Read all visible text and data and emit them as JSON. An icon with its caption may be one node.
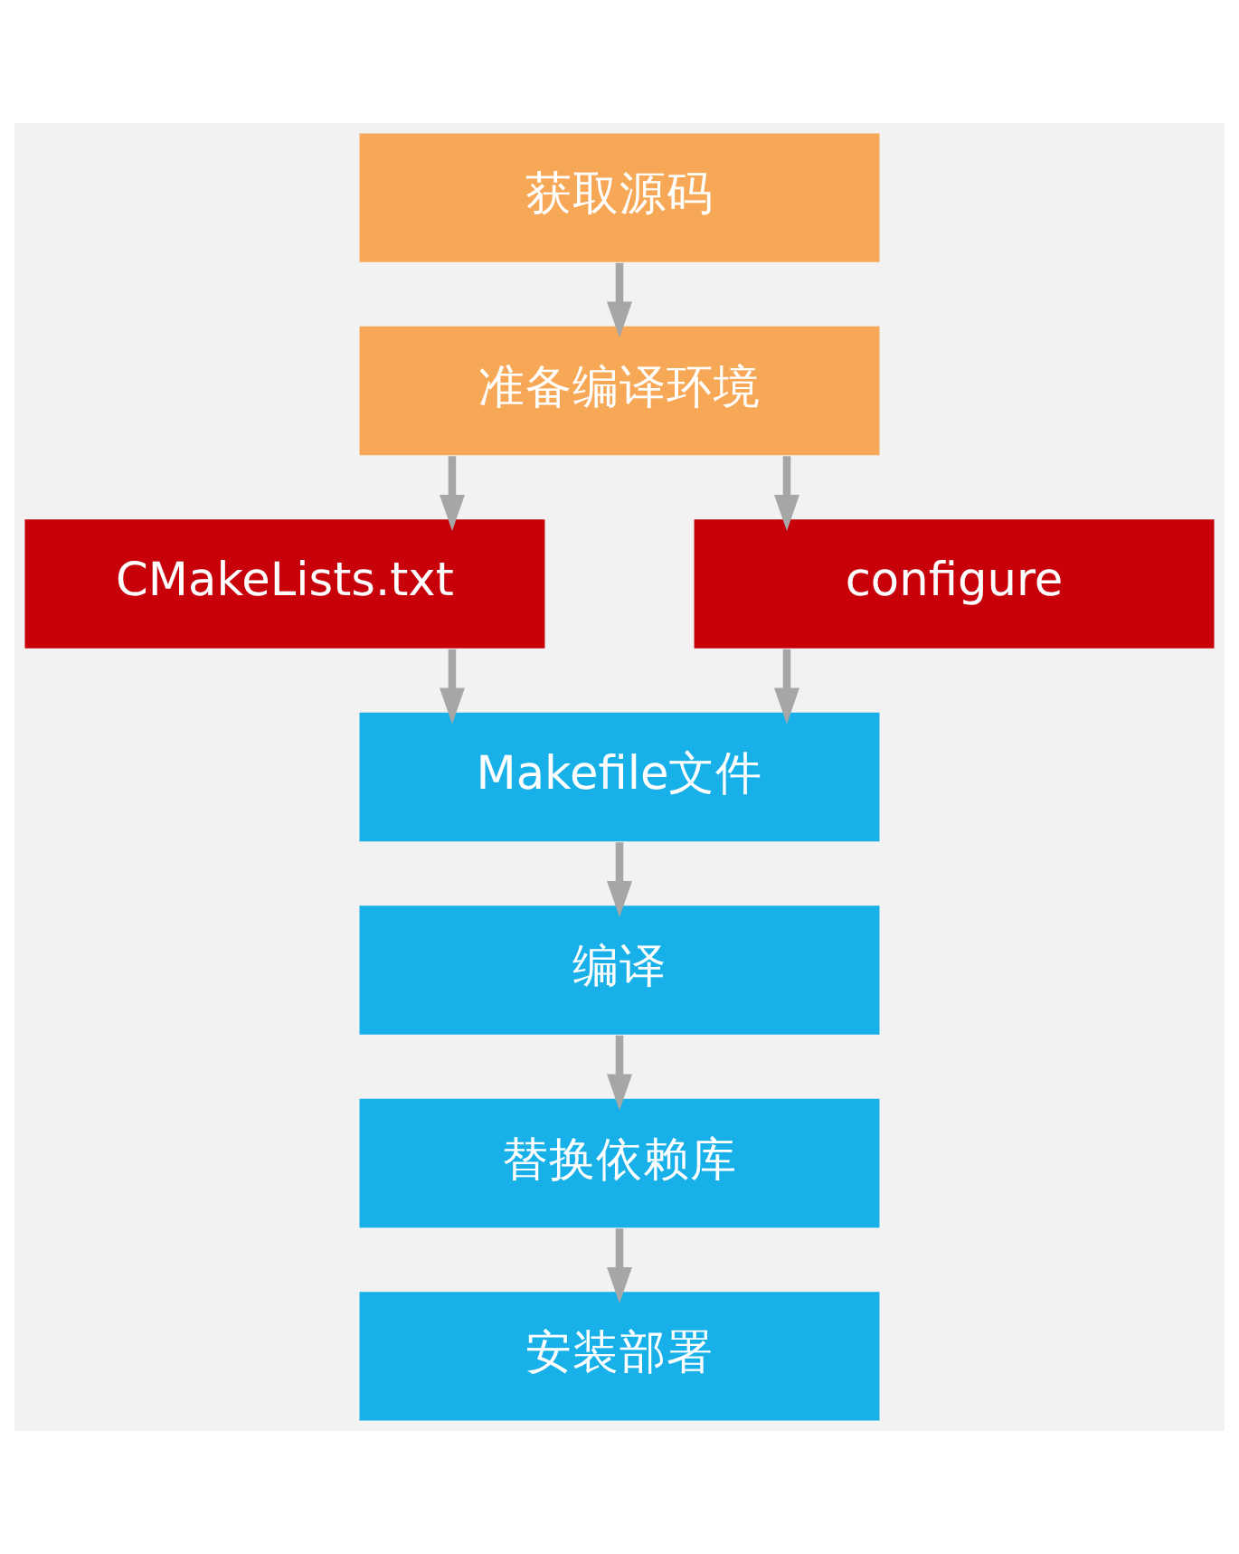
{
  "diagram": {
    "nodes": [
      {
        "text": [
          "获取源码"
        ]
      },
      {
        "text": [
          "准备编译环境"
        ]
      },
      {
        "text": [
          "CMakeLists.txt"
        ]
      },
      {
        "text": [
          "configure"
        ]
      },
      {
        "text": [
          "Makefile文件"
        ]
      },
      {
        "text": [
          "编译"
        ]
      },
      {
        "text": [
          "替换依赖库"
        ]
      },
      {
        "text": [
          "安装部署"
        ]
      }
    ],
    "edges": [
      {
        "from": 0,
        "to": 1,
        "arrow": "to"
      },
      {
        "from": 1,
        "to": 2,
        "arrow": "to"
      },
      {
        "from": 1,
        "to": 3,
        "arrow": "to"
      },
      {
        "from": 2,
        "to": 4,
        "arrow": "to"
      },
      {
        "from": 3,
        "to": 4,
        "arrow": "to"
      },
      {
        "from": 4,
        "to": 5,
        "arrow": "to"
      },
      {
        "from": 5,
        "to": 6,
        "arrow": "to"
      },
      {
        "from": 6,
        "to": 7,
        "arrow": "to"
      }
    ]
  }
}
